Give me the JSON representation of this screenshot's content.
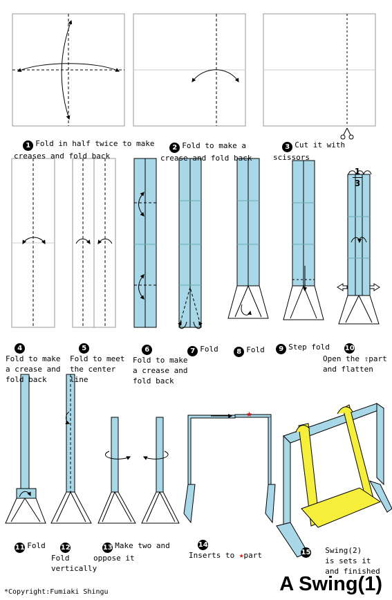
{
  "title": "A Swing(1)",
  "copyright": "*Copyright:Fumiaki Shingu",
  "colors": {
    "paper": "#a8d8e8",
    "swing": "#f5ee3a",
    "star": "#e01010",
    "line": "#000000"
  },
  "fraction": {
    "numerator": "1",
    "denominator": "3"
  },
  "steps": [
    {
      "n": "1",
      "text": "Fold in half twice to make\ncreases and fold back"
    },
    {
      "n": "2",
      "text": "Fold to make a\ncrease and fold back"
    },
    {
      "n": "3",
      "text": "Cut it with\nscissors"
    },
    {
      "n": "4",
      "text": "Fold to make\na crease and\nfold back"
    },
    {
      "n": "5",
      "text": "Fold to meet\nthe center\nline"
    },
    {
      "n": "6",
      "text": "Fold to make\na crease and\nfold back"
    },
    {
      "n": "7",
      "text": "Fold"
    },
    {
      "n": "8",
      "text": "Fold"
    },
    {
      "n": "9",
      "text": "Step fold"
    },
    {
      "n": "10",
      "text": "Open the ⇧part\nand flatten"
    },
    {
      "n": "11",
      "text": "Fold"
    },
    {
      "n": "12",
      "text": "Fold\nvertically"
    },
    {
      "n": "13",
      "text": "Make two and\noppose it"
    },
    {
      "n": "14",
      "text_before": "Inserts to ",
      "star": "★",
      "text_after": "part"
    },
    {
      "n": "15",
      "text": "Swing(2)\nis sets it\nand finished"
    }
  ]
}
